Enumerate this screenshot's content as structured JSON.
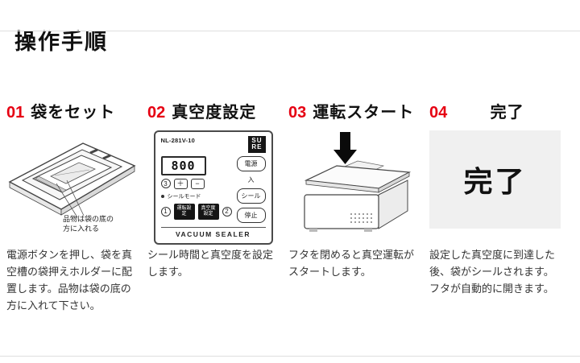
{
  "accent_color": "#e60012",
  "page": {
    "title": "操作手順"
  },
  "steps": [
    {
      "number": "01",
      "title": "袋をセット",
      "caption": "品物は袋の底の方に入れる",
      "description": "電源ボタンを押し、袋を真空槽の袋押えホルダーに配置します。品物は袋の底の方に入れて下さい。"
    },
    {
      "number": "02",
      "title": "真空度設定",
      "description": "シール時間と真空度を設定します。",
      "panel": {
        "model": "NL-281V-10",
        "brand_line1": "SU",
        "brand_line2": "RE",
        "display_value": "800",
        "btn_plus": "＋",
        "btn_minus": "−",
        "mode_label": "シールモード",
        "btn_mode": "運転設定",
        "btn_vacuum": "真空度設定",
        "btn_power": "電源",
        "label_on": "入",
        "btn_seal": "シール",
        "btn_stop": "停止",
        "marker_1": "1",
        "marker_2": "2",
        "marker_3": "3",
        "footer": "VACUUM SEALER"
      }
    },
    {
      "number": "03",
      "title": "運転スタート",
      "description": "フタを閉めると真空運転がスタートします。"
    },
    {
      "number": "04",
      "title": "完了",
      "done_label": "完了",
      "description": "設定した真空度に到達した後、袋がシールされます。フタが自動的に開きます。"
    }
  ]
}
